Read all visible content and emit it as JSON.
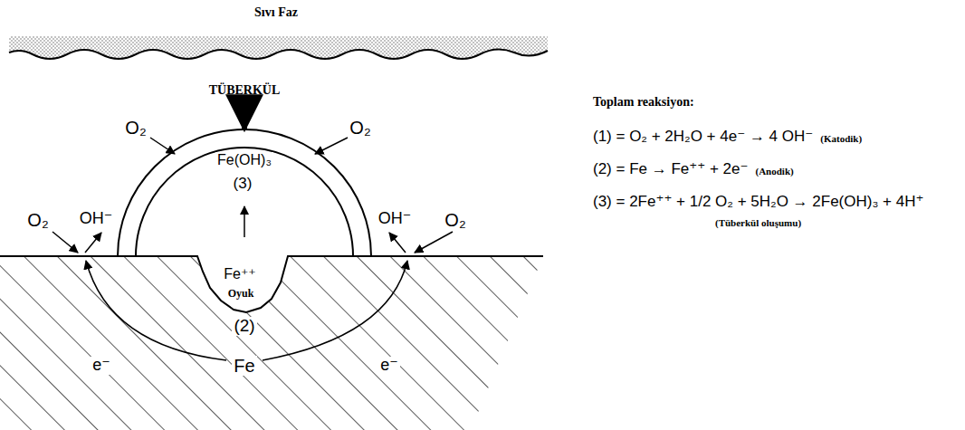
{
  "diagram": {
    "labels": [
      "Sıvı Faz",
      "TÜBERKÜL",
      "O₂",
      "O₂",
      "Fe(OH)₃",
      "(3)",
      "O₂",
      "OH⁻",
      "OH⁻",
      "O₂",
      "Fe⁺⁺",
      "Oyuk",
      "(2)",
      "Fe",
      "e⁻",
      "e⁻",
      "Toplam reaksiyon:",
      "(1) = O₂ + 2H₂O + 4e⁻ → 4 OH⁻",
      "(Katodik)",
      "(2) = Fe → Fe⁺⁺ + 2e⁻",
      "(Anodik)",
      "(3) = 2Fe⁺⁺ + 1/2 O₂ + 5H₂O → 2Fe(OH)₃ + 4H⁺",
      "(Tüberkül oluşumu)"
    ]
  }
}
